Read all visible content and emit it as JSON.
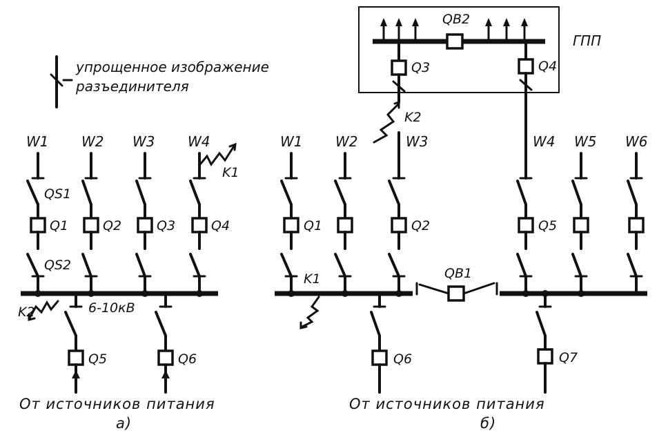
{
  "legend": {
    "line1": "упрощенное изображение",
    "line2": "разъединителя"
  },
  "diagram_a": {
    "feeders": [
      "W1",
      "W2",
      "W3",
      "W4"
    ],
    "breakers": [
      "Q1",
      "Q2",
      "Q3",
      "Q4"
    ],
    "disconnector_top": "QS1",
    "disconnector_bottom": "QS2",
    "bus_voltage": "6-10кВ",
    "fault_k1": "K1",
    "fault_k2": "K2",
    "source_breakers": [
      "Q5",
      "Q6"
    ],
    "caption": "От источников питания",
    "sublabel": "а)"
  },
  "diagram_b": {
    "gpp_label": "ГПП",
    "gpp_sectional": "QB2",
    "gpp_breakers": [
      "Q3",
      "Q4"
    ],
    "feeders": [
      "W1",
      "W2",
      "W3",
      "W4",
      "W5",
      "W6"
    ],
    "breakers": [
      "Q1",
      "Q2",
      "Q5"
    ],
    "bus_sectional": "QB1",
    "fault_k1": "K1",
    "fault_k2": "K2",
    "source_breakers": [
      "Q6",
      "Q7"
    ],
    "caption": "От источников питания",
    "sublabel": "б)"
  }
}
